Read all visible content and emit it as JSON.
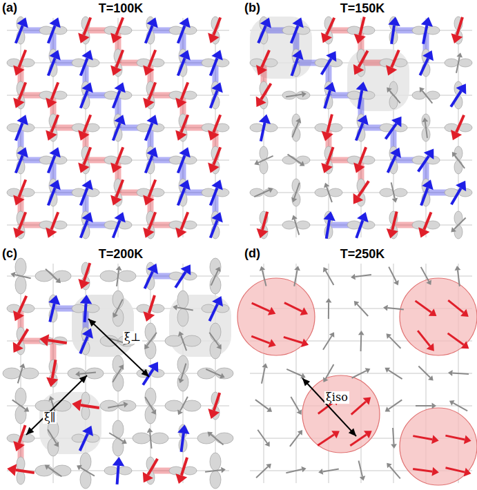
{
  "diagram": {
    "labels": [
      "(a)",
      "T=100K",
      "(b)",
      "T=150K",
      "(c)",
      "T=200K",
      "ξ⊥",
      "ξ∥",
      "(d)",
      "T=250K",
      "ξiso"
    ]
  }
}
